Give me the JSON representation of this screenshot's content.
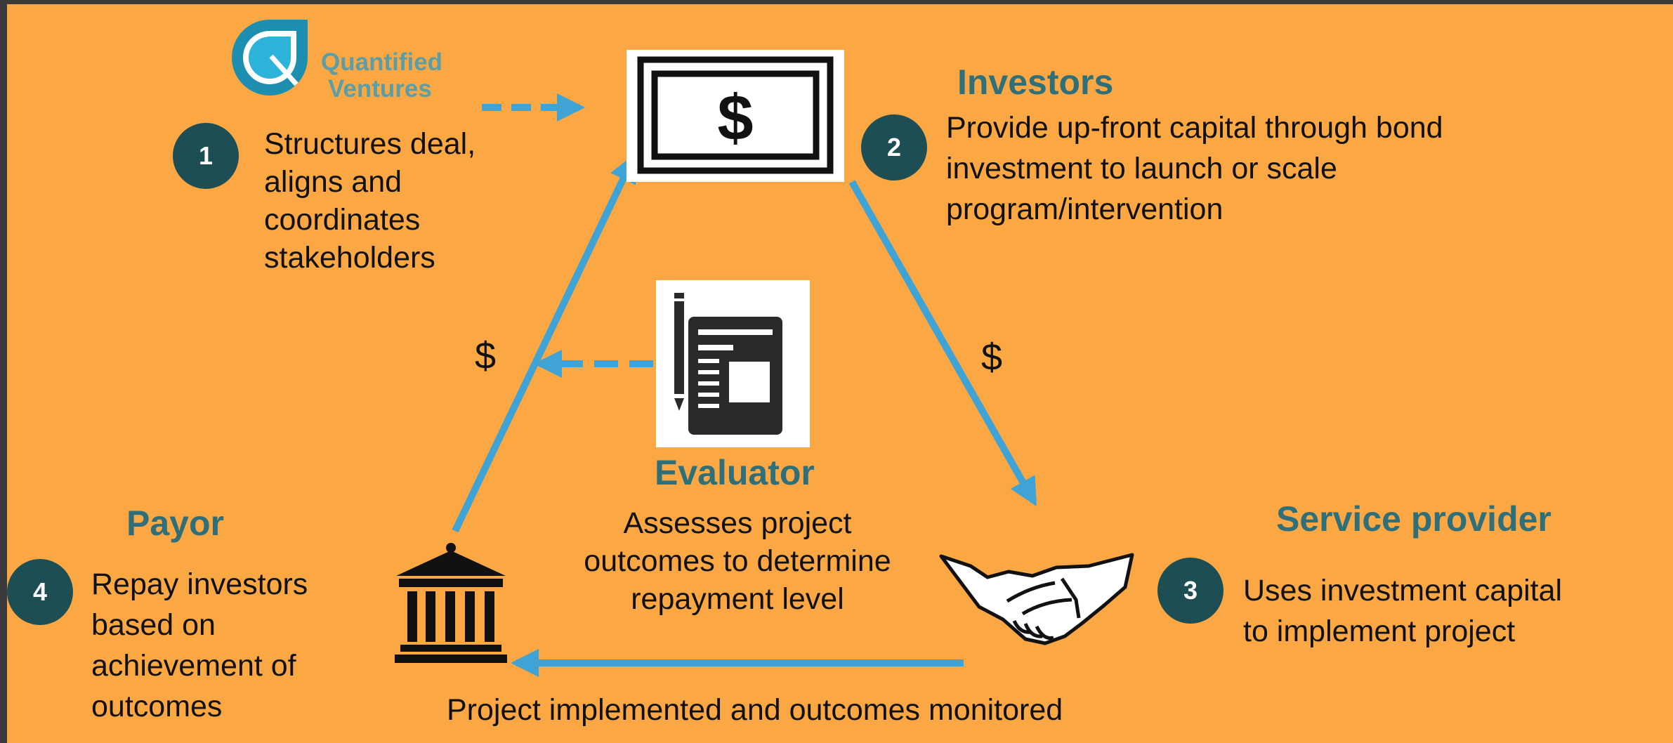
{
  "colors": {
    "background": "#FBA743",
    "arrow": "#3FA3D6",
    "heading": "#2F6F7A",
    "badge": "#1D4E54",
    "text": "#111111"
  },
  "logo": {
    "line1": "Quantified",
    "line2": "Ventures",
    "icon": "quantified-ventures-logo-icon"
  },
  "steps": [
    {
      "number": "1",
      "lines": [
        "Structures deal,",
        "aligns and",
        "coordinates",
        "stakeholders"
      ]
    },
    {
      "number": "2",
      "title": "Investors",
      "lines": [
        "Provide up-front capital through bond",
        "investment to launch or scale",
        "program/intervention"
      ],
      "icon": "money-bill-icon"
    },
    {
      "number": "3",
      "title": "Service provider",
      "lines": [
        "Uses investment capital",
        "to implement project"
      ],
      "icon": "handshake-icon"
    },
    {
      "number": "4",
      "title": "Payor",
      "lines": [
        "Repay investors",
        "based on",
        "achievement of",
        "outcomes"
      ],
      "icon": "government-building-icon"
    }
  ],
  "evaluator": {
    "title": "Evaluator",
    "lines": [
      "Assesses project",
      "outcomes to determine",
      "repayment level"
    ],
    "icon": "report-document-icon"
  },
  "flow_labels": {
    "left_dollar": "$",
    "right_dollar": "$",
    "bottom": "Project implemented and outcomes monitored"
  }
}
